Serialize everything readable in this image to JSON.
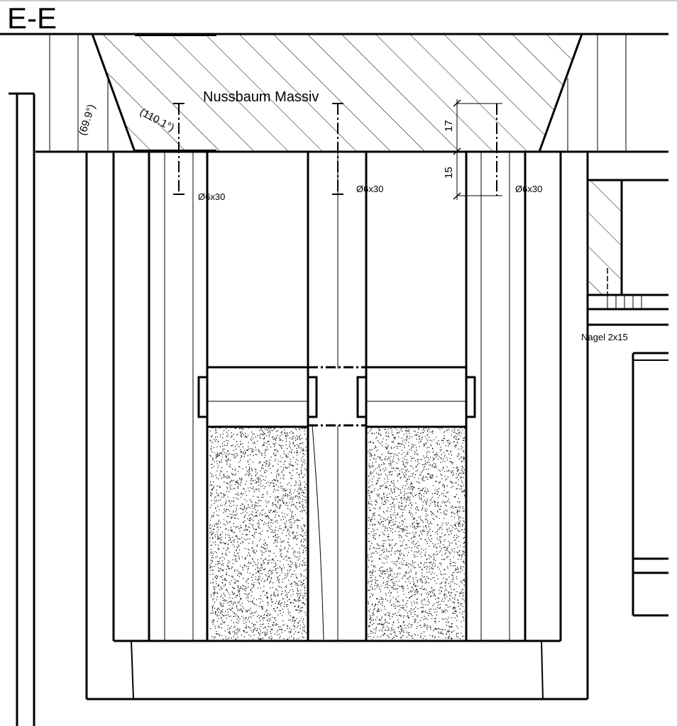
{
  "section": {
    "title": "E-E"
  },
  "labels": {
    "material": "Nussbaum Massiv",
    "angle_outer": "(69.9°)",
    "angle_inner": "(110.1°)",
    "dowel_left": "Ø6x30",
    "dowel_center": "Ø6x30",
    "dowel_right": "Ø6x30",
    "dim_upper": "17",
    "dim_lower": "15",
    "nail": "Nagel 2x15"
  },
  "colors": {
    "line": "#000000",
    "background": "#ffffff"
  }
}
